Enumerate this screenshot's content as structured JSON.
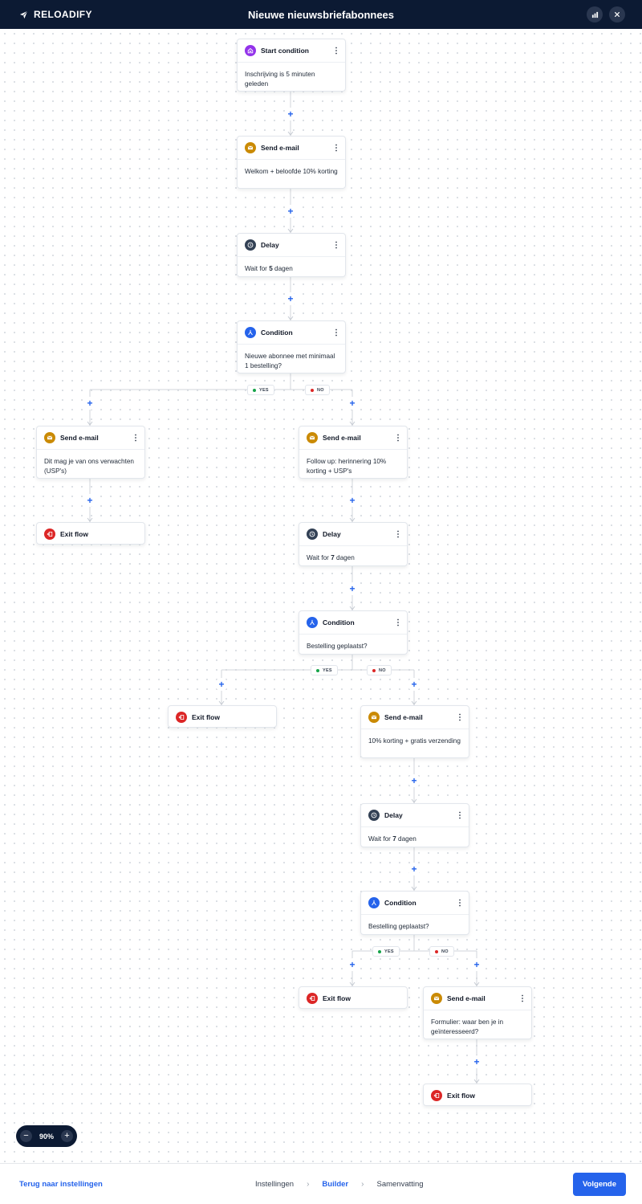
{
  "header": {
    "brand": "RELOADIFY",
    "title": "Nieuwe nieuwsbriefabonnees"
  },
  "flow": {
    "start": {
      "title": "Start condition",
      "body": "Inschrijving is 5 minuten geleden"
    },
    "email1": {
      "title": "Send e-mail",
      "body": "Welkom + beloofde 10% korting"
    },
    "delay1": {
      "title": "Delay",
      "prefix": "Wait for ",
      "value": "5",
      "suffix": " dagen"
    },
    "cond1": {
      "title": "Condition",
      "body": "Nieuwe abonnee met minimaal 1 bestelling?"
    },
    "email_yes1": {
      "title": "Send e-mail",
      "body": "Dit mag je van ons verwachten (USP's)"
    },
    "exit_yes1": {
      "title": "Exit flow"
    },
    "email_no1": {
      "title": "Send e-mail",
      "body": "Follow up: herinnering 10% korting + USP's"
    },
    "delay2": {
      "title": "Delay",
      "prefix": "Wait for ",
      "value": "7",
      "suffix": " dagen"
    },
    "cond2": {
      "title": "Condition",
      "body": "Bestelling geplaatst?"
    },
    "exit_yes2": {
      "title": "Exit flow"
    },
    "email_no2": {
      "title": "Send e-mail",
      "body": "10% korting + gratis verzending"
    },
    "delay3": {
      "title": "Delay",
      "prefix": "Wait for ",
      "value": "7",
      "suffix": " dagen"
    },
    "cond3": {
      "title": "Condition",
      "body": "Bestelling geplaatst?"
    },
    "exit_yes3": {
      "title": "Exit flow"
    },
    "email_no3": {
      "title": "Send e-mail",
      "body": "Formulier: waar ben je in geïnteresseerd?"
    },
    "exit_no3": {
      "title": "Exit flow"
    },
    "branch_yes": "YES",
    "branch_no": "NO",
    "add_symbol": "+"
  },
  "zoom": {
    "value": "90%",
    "minus": "−",
    "plus": "+"
  },
  "footer": {
    "back": "Terug naar instellingen",
    "steps": [
      "Instellingen",
      "Builder",
      "Samenvatting"
    ],
    "next": "Volgende"
  },
  "colors": {
    "navy": "#0c1a33",
    "accent": "#2563eb",
    "start": "#9333ea",
    "email": "#ca8a04",
    "delay": "#334155",
    "condition": "#2563eb",
    "exit": "#dc2626",
    "yes": "#16a34a",
    "no": "#dc2626"
  }
}
